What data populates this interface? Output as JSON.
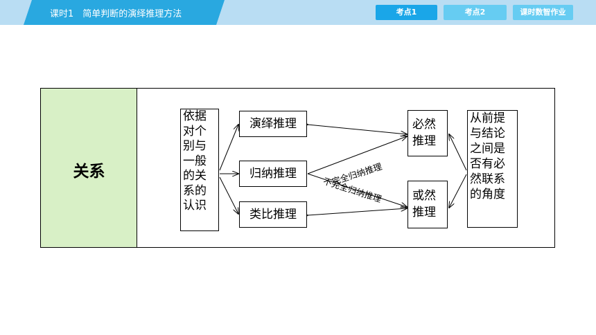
{
  "header": {
    "title": "课时1　简单判断的演绎推理方法",
    "tabs": [
      {
        "label": "考点1",
        "active": true
      },
      {
        "label": "考点2",
        "active": false
      },
      {
        "label": "课时数智作业",
        "active": false
      }
    ],
    "colors": {
      "bar": "#b9ddf3",
      "banner": "#29a8e0",
      "tab_active": "#1aa6e8",
      "tab_inactive": "#66ccf2"
    }
  },
  "table": {
    "row_label": "关系",
    "colors": {
      "label_bg": "#d8f0c6"
    }
  },
  "diagram": {
    "left_box": [
      "依据",
      "对个",
      "别与",
      "一般",
      "的关",
      "系的",
      "认识"
    ],
    "middle": [
      "演绎推理",
      "归纳推理",
      "类比推理"
    ],
    "necessary": [
      "必然",
      "推理"
    ],
    "probable": [
      "或然",
      "推理"
    ],
    "right_box": [
      "从前提",
      "与结论",
      "之间是",
      "否有必",
      "然联系",
      "的角度"
    ],
    "edge_labels": {
      "complete": "完全归纳推理",
      "incomplete": "不完全归纳推理"
    }
  }
}
